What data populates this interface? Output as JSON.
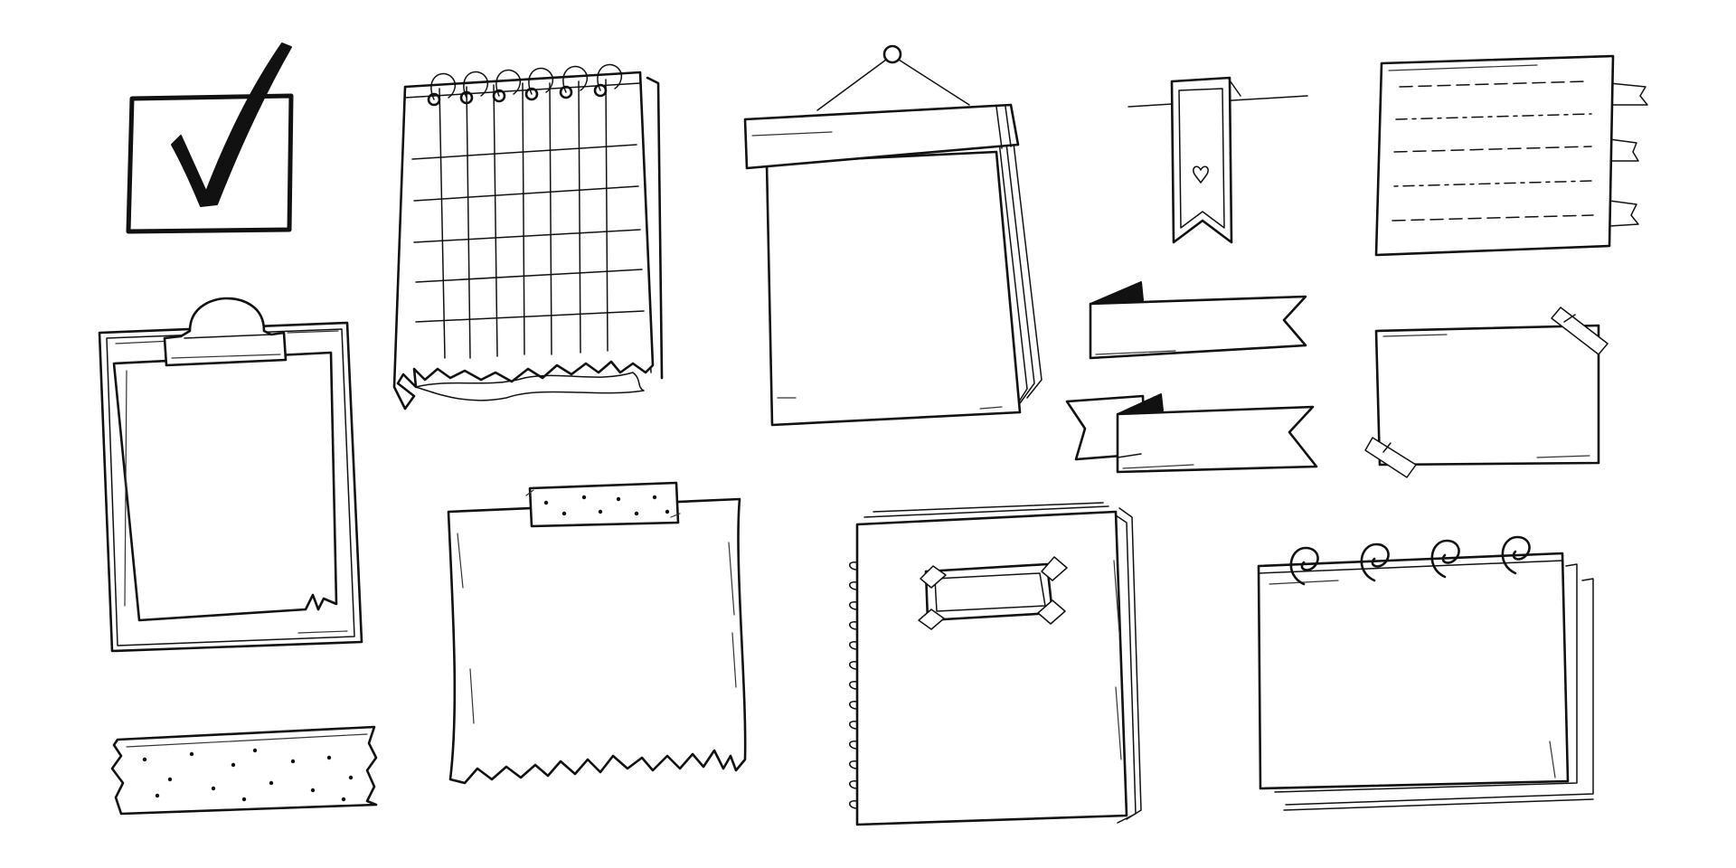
{
  "canvas": {
    "background": "#ffffff",
    "ink_color": "#111111"
  },
  "elements": [
    {
      "key": "checkbox",
      "icon": "checkbox-checked-icon"
    },
    {
      "key": "clipboard",
      "icon": "clipboard-icon"
    },
    {
      "key": "washi_tape_strip",
      "icon": "dotted-washi-tape-icon"
    },
    {
      "key": "torn_grid_calendar",
      "icon": "spiral-grid-calendar-icon"
    },
    {
      "key": "taped_torn_note",
      "icon": "taped-torn-paper-icon"
    },
    {
      "key": "hanging_pad",
      "icon": "hanging-calendar-pad-icon"
    },
    {
      "key": "spiral_notebook",
      "icon": "spiral-notebook-icon"
    },
    {
      "key": "bookmark",
      "icon": "heart-bookmark-icon"
    },
    {
      "key": "ribbon_banner_1",
      "icon": "ribbon-banner-icon"
    },
    {
      "key": "ribbon_banner_2",
      "icon": "ribbon-banner-icon"
    },
    {
      "key": "lined_sticky_note",
      "icon": "lined-note-with-tabs-icon"
    },
    {
      "key": "taped_card",
      "icon": "taped-card-icon"
    },
    {
      "key": "ring_note_stack",
      "icon": "ring-bound-notepad-icon"
    }
  ]
}
